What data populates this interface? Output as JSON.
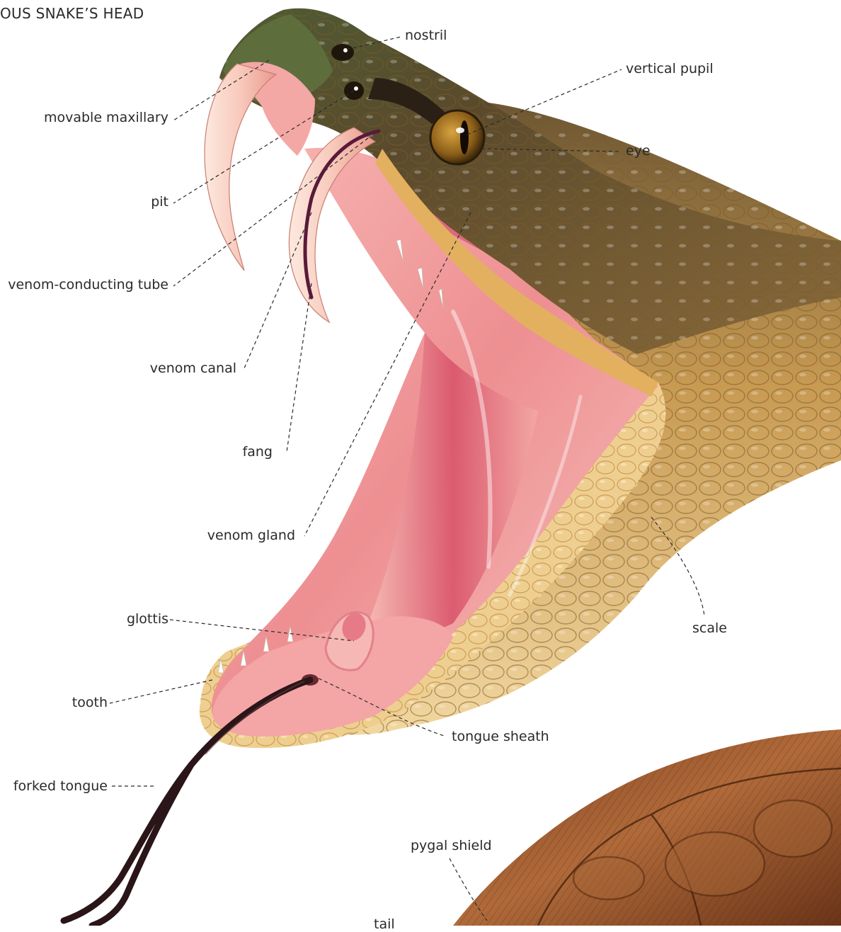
{
  "title": "OUS SNAKE’S HEAD",
  "labels": {
    "nostril": "nostril",
    "vertical_pupil": "vertical pupil",
    "eye": "eye",
    "movable_maxillary": "movable maxillary",
    "pit": "pit",
    "venom_conducting_tube": "venom-conducting tube",
    "venom_canal": "venom canal",
    "fang": "fang",
    "venom_gland": "venom gland",
    "glottis": "glottis",
    "scale": "scale",
    "tooth": "tooth",
    "tongue_sheath": "tongue sheath",
    "forked_tongue": "forked tongue",
    "pygal_shield": "pygal shield",
    "partial_bottom": "tail"
  },
  "colors": {
    "head_dark": "#5a4a2c",
    "head_green": "#5d6e3c",
    "scale_yellow": "#e8b564",
    "scale_light": "#f4d99c",
    "mouth_pink": "#f19a9c",
    "mouth_deep": "#d04a60",
    "fang": "#fbd9cc",
    "tongue": "#2a1518",
    "eye": "#a0741c",
    "shell": "#9b5a30"
  }
}
